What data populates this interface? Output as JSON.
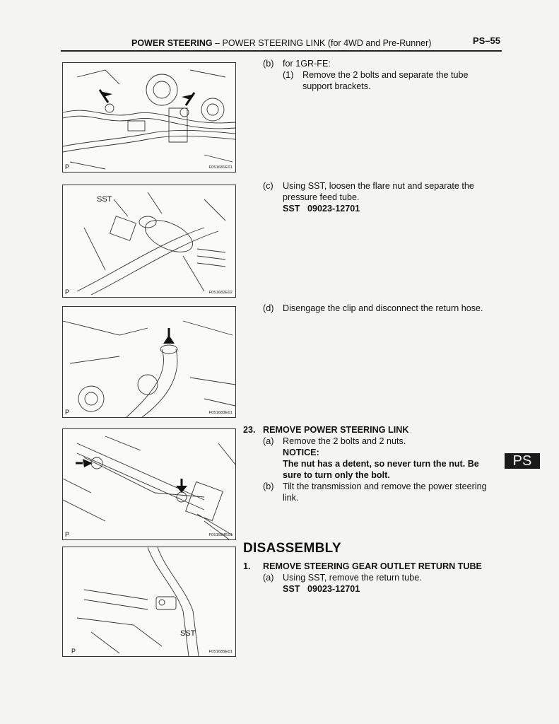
{
  "header": {
    "section": "POWER STEERING",
    "separator": "–",
    "subtitle": "POWER STEERING LINK (for 4WD and Pre-Runner)",
    "page_number": "PS–55"
  },
  "figures": [
    {
      "p": "P",
      "code": "F051681E01"
    },
    {
      "p": "P",
      "code": "F051682E02",
      "callout": "SST"
    },
    {
      "p": "P",
      "code": "F051683E01"
    },
    {
      "p": "P",
      "code": "F051684E01"
    },
    {
      "p": "P",
      "code": "F051685E01",
      "callout": "SST"
    }
  ],
  "steps": {
    "b1": {
      "label": "(b)",
      "text": "for 1GR-FE:"
    },
    "b1_sub": {
      "label": "(1)",
      "line1": "Remove the 2 bolts and separate the tube",
      "line2": "support brackets."
    },
    "c": {
      "label": "(c)",
      "line1": "Using SST, loosen the flare nut and separate the",
      "line2": "pressure feed tube.",
      "sst": "SST   09023-12701"
    },
    "d": {
      "label": "(d)",
      "text": "Disengage the clip and disconnect the return hose."
    },
    "s23": {
      "number": "23.",
      "title": "REMOVE POWER STEERING LINK",
      "a_label": "(a)",
      "a_text": "Remove the 2 bolts and 2 nuts.",
      "notice_title": "NOTICE:",
      "notice_line1": "The nut has a detent, so never turn the nut. Be",
      "notice_line2": "sure to turn only the bolt.",
      "b_label": "(b)",
      "b_line1": "Tilt the transmission and remove the power steering",
      "b_line2": "link."
    }
  },
  "disassembly": {
    "heading": "DISASSEMBLY",
    "number": "1.",
    "title": "REMOVE STEERING GEAR OUTLET RETURN TUBE",
    "a_label": "(a)",
    "a_text": "Using SST, remove the return tube.",
    "sst": "SST   09023-12701"
  },
  "tab": "PS"
}
